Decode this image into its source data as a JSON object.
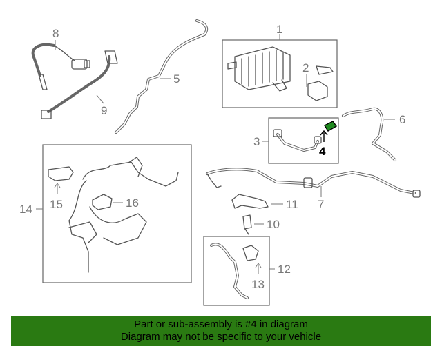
{
  "diagram": {
    "callouts": [
      "1",
      "2",
      "3",
      "4",
      "5",
      "6",
      "7",
      "8",
      "9",
      "10",
      "11",
      "12",
      "13",
      "14",
      "15",
      "16"
    ],
    "highlighted_callout": "4",
    "highlight_color": "#1f8a1f"
  },
  "banner": {
    "line1": "Part or sub-assembly is #4 in diagram",
    "line2": "Diagram may not be specific to your vehicle",
    "background": "#2a7a12"
  }
}
